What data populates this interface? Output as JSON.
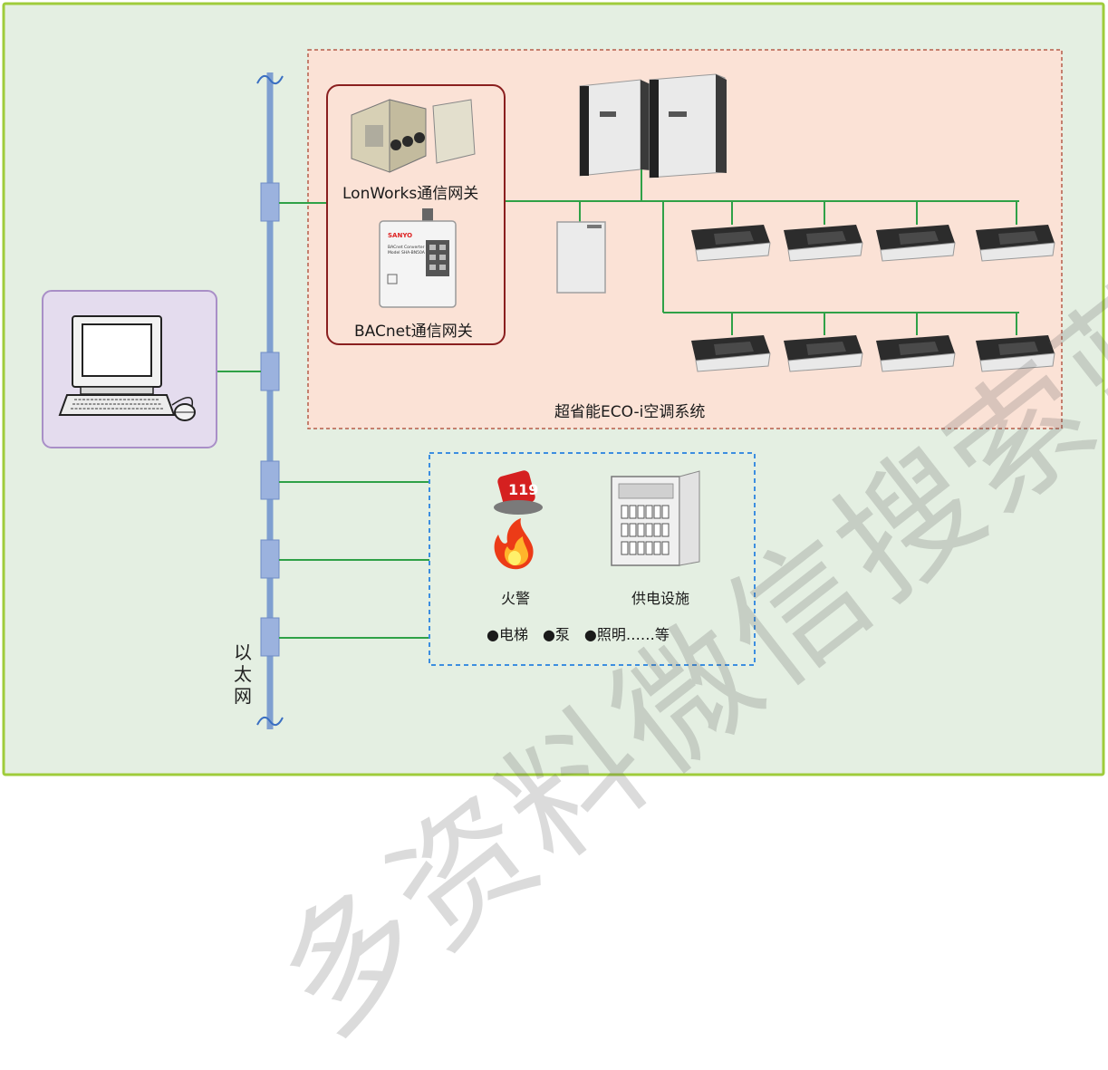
{
  "labels": {
    "lonworks": "LonWorks通信网关",
    "bacnet": "BACnet通信网关",
    "eco_system": "超省能ECO-i空调系统",
    "fire_alarm": "火警",
    "power": "供电设施",
    "others": "●电梯　●泵　●照明……等",
    "ethernet": [
      "以",
      "太",
      "网"
    ],
    "watermark": "多资料微信搜索蓝领星球"
  },
  "devices": {
    "sanyo_brand": "SANYO",
    "converter_line1": "BACnet Converter",
    "converter_line2": "Model SHA-BN50A"
  },
  "colors": {
    "background": "#e4efe2",
    "page_border": "#9fcc3b",
    "eco_zone": "#fbe2d6",
    "eco_border": "#b65d4a",
    "gateway_border": "#8a1f1f",
    "computer_box": "#e4dcee",
    "computer_border": "#a98fc7",
    "bus": "#7f9fd0",
    "link": "#2fa147",
    "blue_zone_border": "#3c8ee0"
  }
}
